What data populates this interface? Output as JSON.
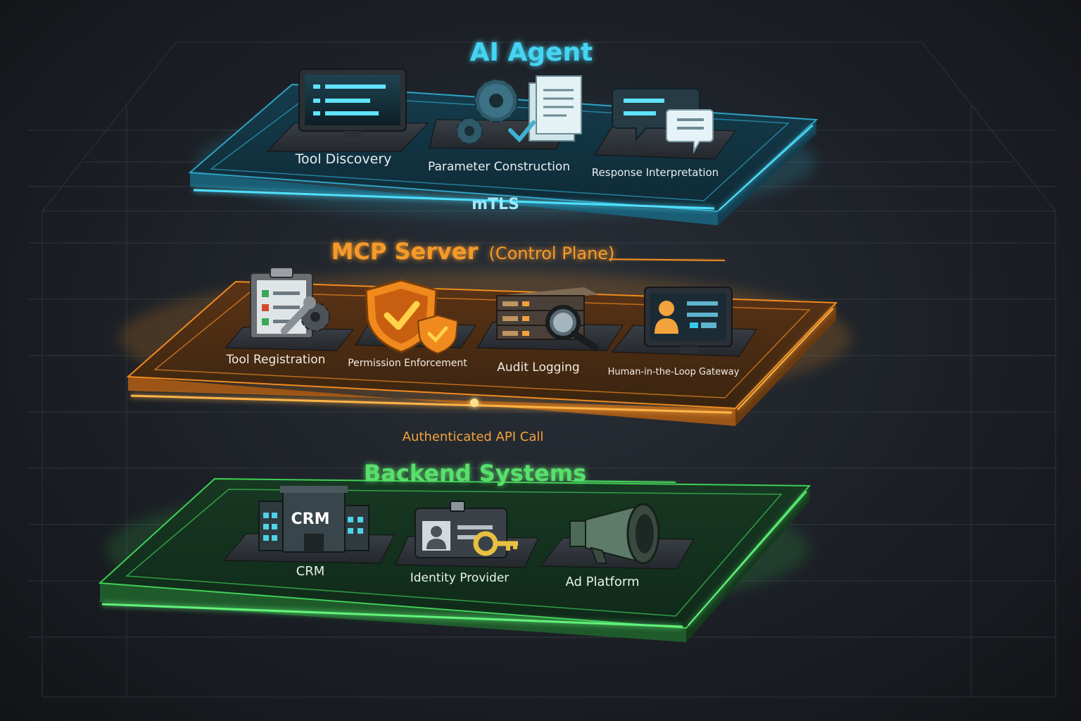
{
  "layers": [
    {
      "key": "ai-agent",
      "title": "AI Agent",
      "color": "#35c9ea",
      "connector_label": "mTLS",
      "components": [
        {
          "label": "Tool Discovery",
          "icon": "monitor-icon"
        },
        {
          "label": "Parameter Construction",
          "icon": "gear-document-icon"
        },
        {
          "label": "Response Interpretation",
          "icon": "chat-bubbles-icon"
        }
      ]
    },
    {
      "key": "mcp-server",
      "title": "MCP Server",
      "title_suffix": "(Control Plane)",
      "color": "#f08a1e",
      "connector_label": "Authenticated API Call",
      "components": [
        {
          "label": "Tool Registration",
          "icon": "clipboard-wrench-icon"
        },
        {
          "label": "Permission Enforcement",
          "icon": "shield-check-icon"
        },
        {
          "label": "Audit Logging",
          "icon": "server-magnifier-icon"
        },
        {
          "label": "Human-in-the-Loop Gateway",
          "icon": "user-screen-icon"
        }
      ]
    },
    {
      "key": "backend-systems",
      "title": "Backend Systems",
      "color": "#49d65c",
      "components": [
        {
          "label": "CRM",
          "icon": "crm-building-icon",
          "sign": "CRM"
        },
        {
          "label": "Identity Provider",
          "icon": "id-card-key-icon"
        },
        {
          "label": "Ad Platform",
          "icon": "megaphone-icon"
        }
      ]
    }
  ]
}
